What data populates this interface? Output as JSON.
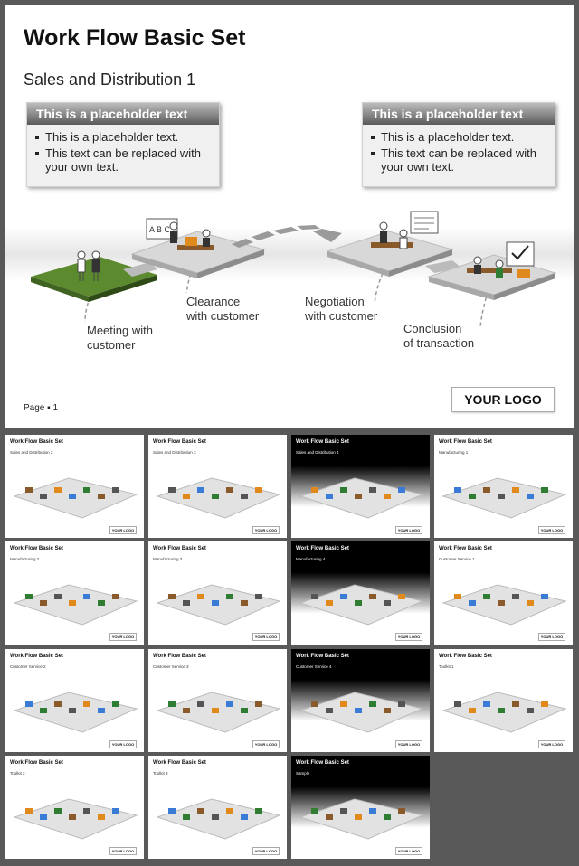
{
  "main": {
    "title": "Work Flow Basic Set",
    "subtitle": "Sales and Distribution 1",
    "placeholders": [
      {
        "header": "This is a placeholder text",
        "items": [
          "This is a placeholder text.",
          "This text can be replaced with your own text."
        ]
      },
      {
        "header": "This is a placeholder text",
        "items": [
          "This is a placeholder text.",
          "This text can be replaced with your own text."
        ]
      }
    ],
    "labels": {
      "meeting": [
        "Meeting with",
        "customer"
      ],
      "clearance": [
        "Clearance",
        "with customer"
      ],
      "negotiation": [
        "Negotiation",
        "with customer"
      ],
      "conclusion": [
        "Conclusion",
        "of transaction"
      ]
    },
    "page": "Page ▪ 1",
    "logo": "YOUR LOGO"
  },
  "thumbnails": [
    {
      "title": "Work Flow Basic Set",
      "subtitle": "Sales and Distribution 2",
      "dark": false
    },
    {
      "title": "Work Flow Basic Set",
      "subtitle": "Sales and Distribution 3",
      "dark": false
    },
    {
      "title": "Work Flow Basic Set",
      "subtitle": "Sales and Distribution 4",
      "dark": true
    },
    {
      "title": "Work Flow Basic Set",
      "subtitle": "Manufacturing 1",
      "dark": false
    },
    {
      "title": "Work Flow Basic Set",
      "subtitle": "Manufacturing 2",
      "dark": false
    },
    {
      "title": "Work Flow Basic Set",
      "subtitle": "Manufacturing 3",
      "dark": false
    },
    {
      "title": "Work Flow Basic Set",
      "subtitle": "Manufacturing 4",
      "dark": true
    },
    {
      "title": "Work Flow Basic Set",
      "subtitle": "Customer Service 1",
      "dark": false
    },
    {
      "title": "Work Flow Basic Set",
      "subtitle": "Customer Service 2",
      "dark": false
    },
    {
      "title": "Work Flow Basic Set",
      "subtitle": "Customer Service 3",
      "dark": false
    },
    {
      "title": "Work Flow Basic Set",
      "subtitle": "Customer Service 4",
      "dark": true
    },
    {
      "title": "Work Flow Basic Set",
      "subtitle": "Toolkit 1",
      "dark": false
    },
    {
      "title": "Work Flow Basic Set",
      "subtitle": "Toolkit 2",
      "dark": false
    },
    {
      "title": "Work Flow Basic Set",
      "subtitle": "Toolkit 3",
      "dark": false
    },
    {
      "title": "Work Flow Basic Set",
      "subtitle": "Sample",
      "dark": true
    }
  ],
  "thumb_logo": "YOUR LOGO",
  "colors": {
    "background": "#595959",
    "grass": "#5c8a2e",
    "header_dark": "#5a5a5a"
  }
}
